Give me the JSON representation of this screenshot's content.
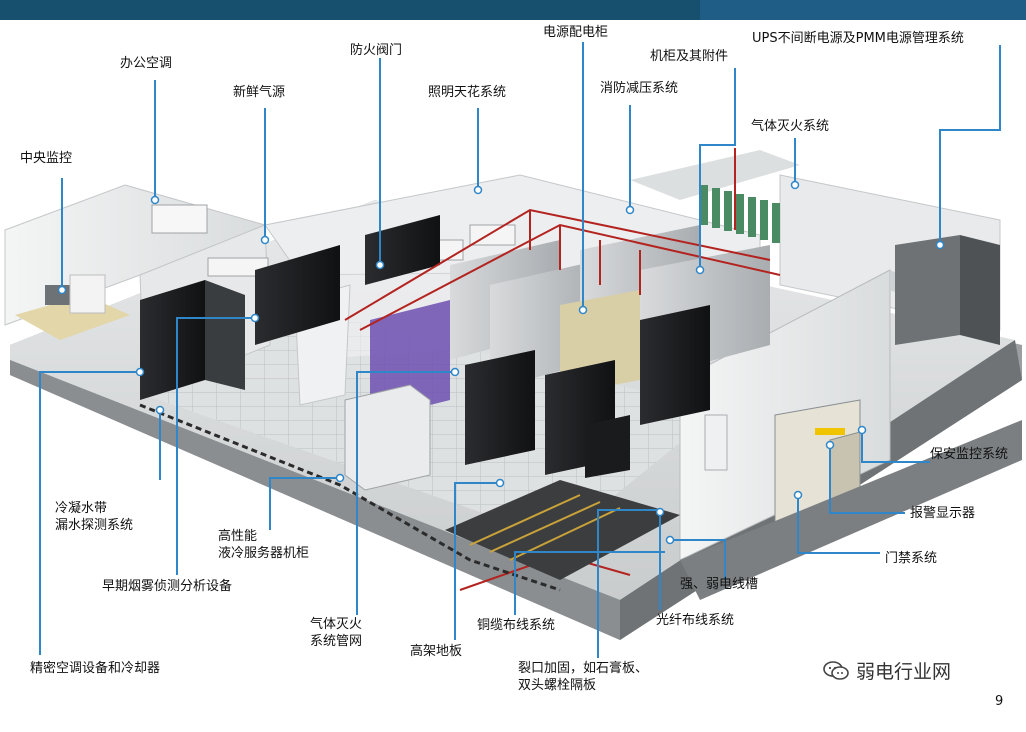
{
  "labels": {
    "office_ac": "办公空调",
    "fresh_air": "新鲜气源",
    "fire_valve": "防火阀门",
    "lighting": "照明天花系统",
    "power_cabinet": "电源配电柜",
    "ups": "UPS不间断电源及PMM电源管理系统",
    "rack": "机柜及其附件",
    "pressure_relief": "消防减压系统",
    "gas_fire": "气体灭火系统",
    "central_monitor": "中央监控",
    "security_monitor": "保安监控系统",
    "alarm_display": "报警显示器",
    "access_control": "门禁系统",
    "cable_tray": "强、弱电线槽",
    "fiber": "光纤布线系统",
    "copper": "铜缆布线系统",
    "reinforce": "裂口加固，如石膏板、\n双头螺栓隔板",
    "raised_floor": "高架地板",
    "gas_pipe": "气体灭火\n系统管网",
    "liquid_cool": "高性能\n液冷服务器机柜",
    "water_leak": "冷凝水带\n漏水探测系统",
    "smoke_detect": "早期烟雾侦测分析设备",
    "precision_ac": "精密空调设备和冷却器"
  },
  "footer": {
    "brand": "弱电行业网",
    "page": "9"
  },
  "colors": {
    "header_bar": "#1f5d86",
    "leader_line": "#2f86c8",
    "marker": "#ffffff"
  }
}
